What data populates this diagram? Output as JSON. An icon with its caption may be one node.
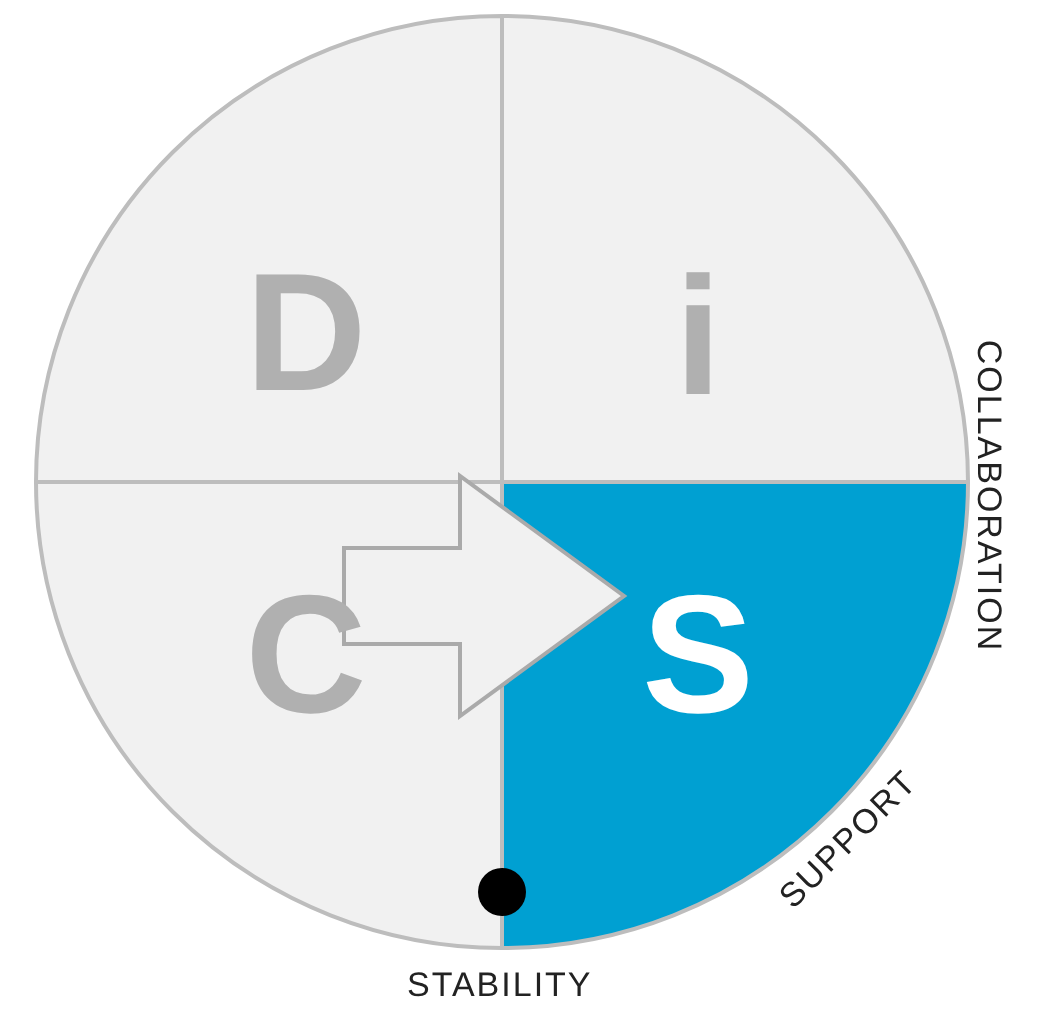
{
  "diagram": {
    "nodes": [
      {
        "text": [
          "D"
        ]
      },
      {
        "text": [
          "i"
        ]
      },
      {
        "text": [
          "C"
        ]
      },
      {
        "text": [
          "S"
        ]
      }
    ],
    "edges": [
      {
        "from": 2,
        "to": 3,
        "arrow": "to",
        "style": "thick"
      }
    ],
    "labels": [
      "COLLABORATION",
      "SUPPORT",
      "STABILITY"
    ]
  }
}
